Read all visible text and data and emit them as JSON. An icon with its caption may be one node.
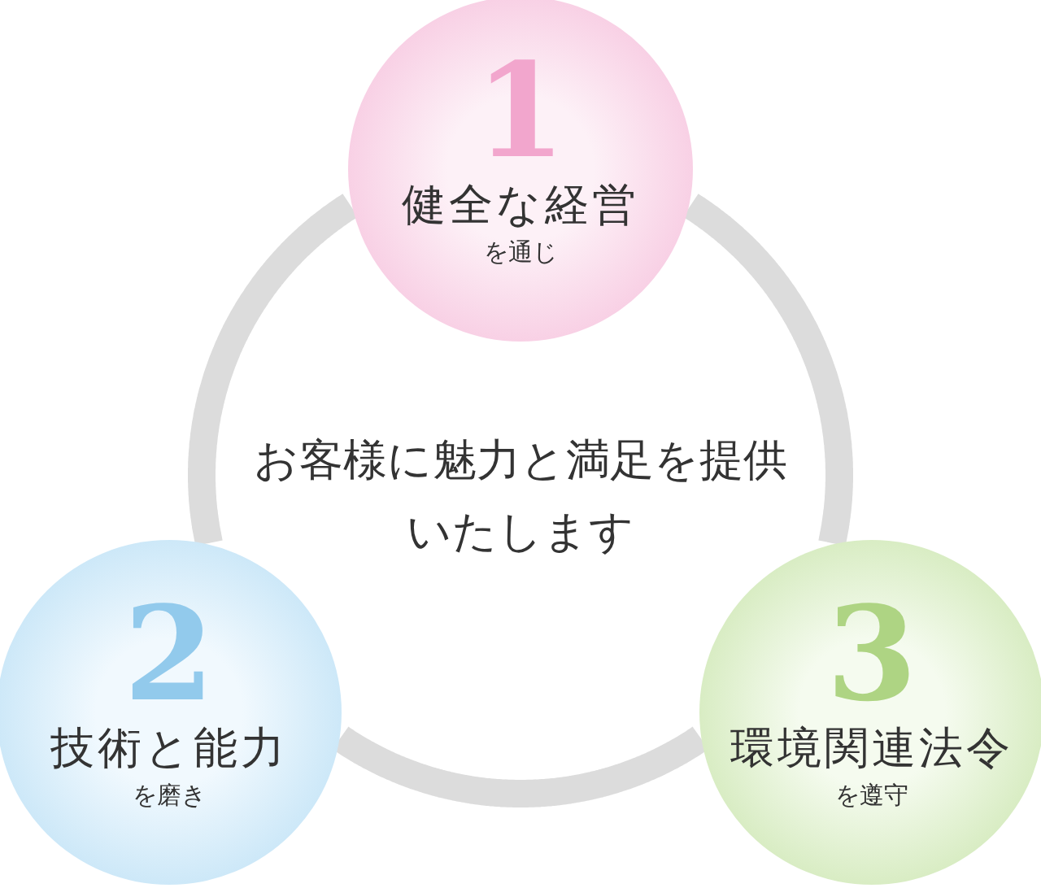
{
  "diagram": {
    "nodes": [
      {
        "text": [
          "1",
          "健全な経営",
          "を通じ"
        ]
      },
      {
        "text": [
          "2",
          "技術と能力",
          "を磨き"
        ]
      },
      {
        "text": [
          "3",
          "環境関連法令",
          "を遵守"
        ]
      }
    ],
    "edges": [
      {
        "from": 0,
        "to": 1,
        "arrow": "none"
      },
      {
        "from": 1,
        "to": 2,
        "arrow": "none"
      },
      {
        "from": 2,
        "to": 0,
        "arrow": "none"
      }
    ],
    "labels": [
      "お客様に魅力と満足を提供いたします"
    ]
  }
}
